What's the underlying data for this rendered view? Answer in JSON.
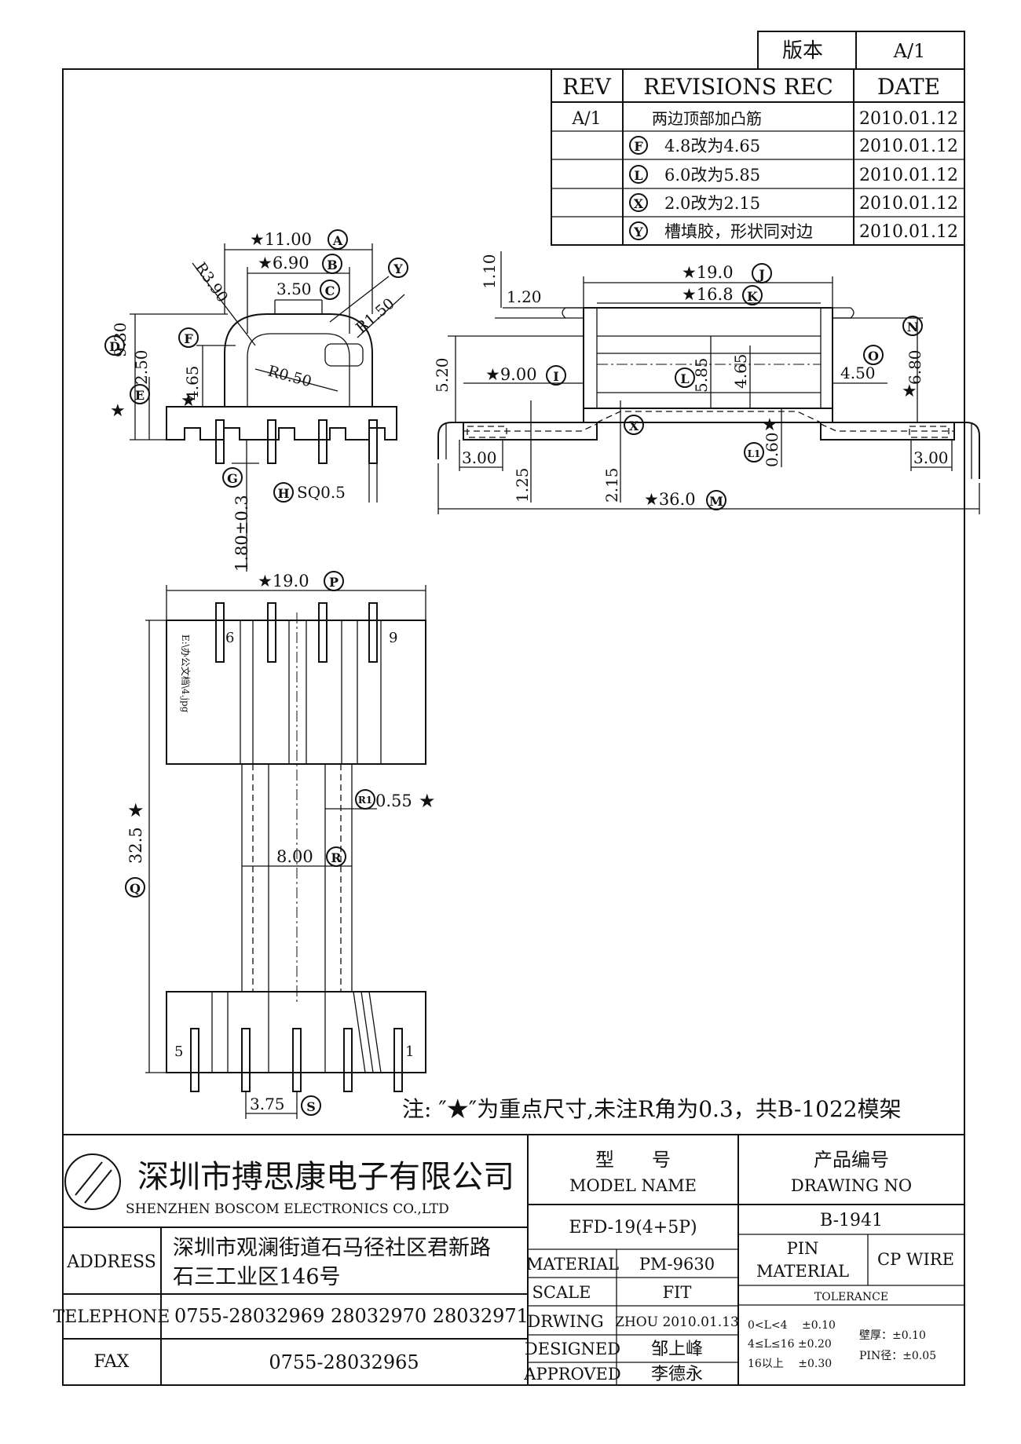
{
  "version_box": {
    "label": "版本",
    "value": "A/1"
  },
  "revisions": {
    "headers": [
      "REV",
      "REVISIONS REC",
      "DATE"
    ],
    "rows": [
      {
        "rev": "A/1",
        "mark": "",
        "text": "两边顶部加凸筋",
        "date": "2010.01.12"
      },
      {
        "rev": "",
        "mark": "F",
        "text": "4.8改为4.65",
        "date": "2010.01.12"
      },
      {
        "rev": "",
        "mark": "L",
        "text": "6.0改为5.85",
        "date": "2010.01.12"
      },
      {
        "rev": "",
        "mark": "X",
        "text": "2.0改为2.15",
        "date": "2010.01.12"
      },
      {
        "rev": "",
        "mark": "Y",
        "text": "槽填胶，形状同对边",
        "date": "2010.01.12"
      }
    ]
  },
  "front_view": {
    "dim_A": "★11.00",
    "mark_A": "A",
    "dim_B": "★6.90",
    "mark_B": "B",
    "dim_C": "3.50",
    "mark_C": "C",
    "dim_R390": "R3.90",
    "dim_R150": "R1.50",
    "dim_R050": "R0.50",
    "mark_Y": "Y",
    "dim_D": "9.30",
    "mark_D": "D",
    "star_D": "★",
    "dim_E": "2.50",
    "mark_E": "E",
    "dim_F": "4.65",
    "mark_F": "F",
    "star_F": "★",
    "mark_G": "G",
    "dim_G": "1.80±0.3",
    "mark_H": "H",
    "dim_H": "SQ0.5"
  },
  "side_view": {
    "dim_110": "1.10",
    "dim_120": "1.20",
    "dim_J": "★19.0",
    "mark_J": "J",
    "dim_K": "★16.8",
    "mark_K": "K",
    "mark_N": "N",
    "dim_N": "6.80",
    "star_N": "★",
    "dim_520": "5.20",
    "dim_I": "★9.00",
    "mark_I": "I",
    "mark_L": "L",
    "dim_L": "5.85",
    "dim_465": "4.65",
    "mark_O": "O",
    "dim_O": "4.50",
    "mark_X": "X",
    "dim_300a": "3.00",
    "dim_300b": "3.00",
    "dim_125": "1.25",
    "dim_215": "2.15",
    "mark_L1": "L1",
    "dim_060": "0.60",
    "star_L1": "★",
    "dim_M": "★36.0",
    "mark_M": "M"
  },
  "bottom_view": {
    "dim_P": "★19.0",
    "mark_P": "P",
    "pin6": "6",
    "pin9": "9",
    "pin5": "5",
    "pin1": "1",
    "file_path": "E:\\办公文档\\4.jpg",
    "mark_R1": "R1",
    "dim_R1": "0.55",
    "star_R1": "★",
    "dim_R": "8.00",
    "mark_R": "R",
    "mark_Q": "Q",
    "dim_Q": "32.5",
    "star_Q": "★",
    "dim_S": "3.75",
    "mark_S": "S"
  },
  "note": "注: ″★″为重点尺寸,未注R角为0.3，共B-1022模架",
  "title_block": {
    "company_cn": "深圳市搏思康电子有限公司",
    "company_en": "SHENZHEN BOSCOM ELECTRONICS CO.,LTD",
    "address_label": "ADDRESS",
    "address_line1": "深圳市观澜街道石马径社区君新路",
    "address_line2": "石三工业区146号",
    "telephone_label": "TELEPHONE",
    "telephone": "0755-28032969 28032970 28032971",
    "fax_label": "FAX",
    "fax": "0755-28032965",
    "model_cn": "型　　号",
    "model_en": "MODEL NAME",
    "model_value": "EFD-19(4+5P)",
    "drawing_cn": "产品编号",
    "drawing_en": "DRAWING NO",
    "drawing_value": "B-1941",
    "material_label": "MATERIAL",
    "material_value": "PM-9630",
    "scale_label": "SCALE",
    "scale_value": "FIT",
    "drwing_label": "DRWING",
    "drwing_value": "ZHOU 2010.01.13",
    "designed_label": "DESIGNED",
    "designed_value": "邹上峰",
    "approved_label": "APPROVED",
    "approved_value": "李德永",
    "pin_material_label1": "PIN",
    "pin_material_label2": "MATERIAL",
    "pin_material_value": "CP WIRE",
    "tolerance_label": "TOLERANCE",
    "tol1": "0<L<4　 ±0.10",
    "tol2": "4≤L≤16 ±0.20",
    "tol3": "16以上　 ±0.30",
    "tol_wall": "壁厚：±0.10",
    "tol_pin": "PIN径：±0.05"
  }
}
